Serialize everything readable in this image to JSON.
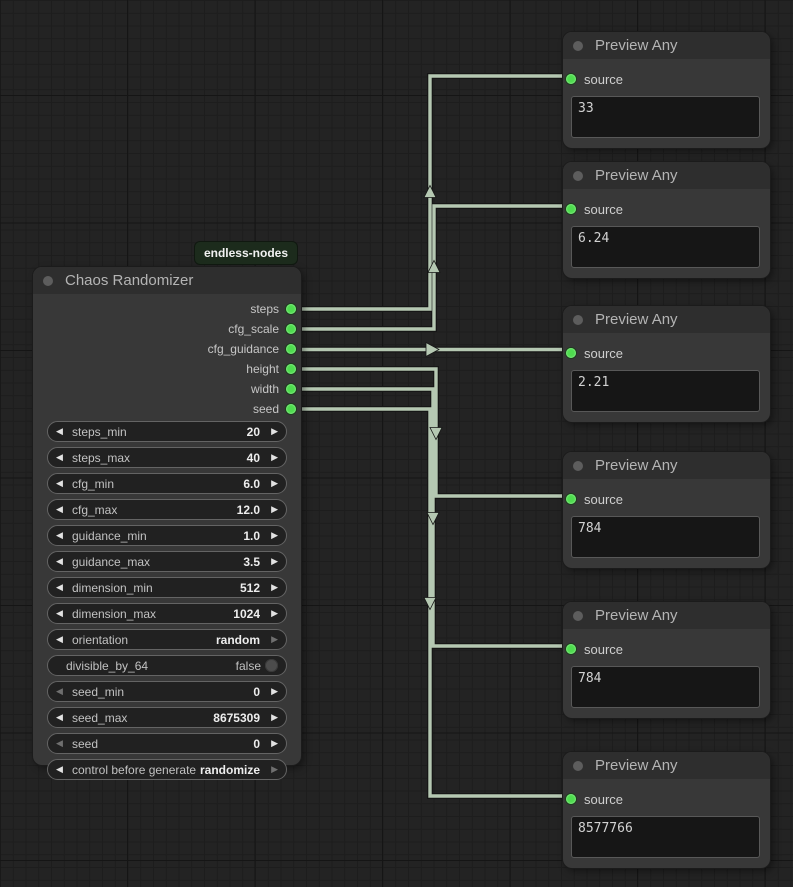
{
  "canvas": {
    "background": "#232323",
    "wire_color": "#b5c8b2",
    "port_color": "#4fdc4f"
  },
  "badge": {
    "label": "endless-nodes",
    "bg": "#1c2b1c"
  },
  "chaos_node": {
    "title": "Chaos Randomizer",
    "outputs": [
      {
        "name": "steps"
      },
      {
        "name": "cfg_scale"
      },
      {
        "name": "cfg_guidance"
      },
      {
        "name": "height"
      },
      {
        "name": "width"
      },
      {
        "name": "seed"
      }
    ],
    "widgets": [
      {
        "type": "stepper",
        "label": "steps_min",
        "value": "20"
      },
      {
        "type": "stepper",
        "label": "steps_max",
        "value": "40"
      },
      {
        "type": "stepper",
        "label": "cfg_min",
        "value": "6.0"
      },
      {
        "type": "stepper",
        "label": "cfg_max",
        "value": "12.0"
      },
      {
        "type": "stepper",
        "label": "guidance_min",
        "value": "1.0"
      },
      {
        "type": "stepper",
        "label": "guidance_max",
        "value": "3.5"
      },
      {
        "type": "stepper",
        "label": "dimension_min",
        "value": "512"
      },
      {
        "type": "stepper",
        "label": "dimension_max",
        "value": "1024"
      },
      {
        "type": "stepper",
        "label": "orientation",
        "value": "random",
        "right_dim": true
      },
      {
        "type": "toggle",
        "label": "divisible_by_64",
        "value": "false"
      },
      {
        "type": "stepper",
        "label": "seed_min",
        "value": "0",
        "left_dim": true
      },
      {
        "type": "stepper",
        "label": "seed_max",
        "value": "8675309"
      },
      {
        "type": "stepper",
        "label": "seed",
        "value": "0",
        "left_dim": true
      },
      {
        "type": "stepper",
        "label": "control before generate",
        "value": "randomize",
        "right_dim": true
      }
    ]
  },
  "previews": [
    {
      "title": "Preview Any",
      "input": "source",
      "value": "33"
    },
    {
      "title": "Preview Any",
      "input": "source",
      "value": "6.24"
    },
    {
      "title": "Preview Any",
      "input": "source",
      "value": "2.21"
    },
    {
      "title": "Preview Any",
      "input": "source",
      "value": "784"
    },
    {
      "title": "Preview Any",
      "input": "source",
      "value": "784"
    },
    {
      "title": "Preview Any",
      "input": "source",
      "value": "8577766"
    }
  ],
  "links": [
    {
      "from": "steps",
      "to_preview": 0,
      "direction": "up"
    },
    {
      "from": "cfg_scale",
      "to_preview": 1,
      "direction": "up"
    },
    {
      "from": "cfg_guidance",
      "to_preview": 2,
      "direction": "right"
    },
    {
      "from": "height",
      "to_preview": 3,
      "direction": "down"
    },
    {
      "from": "width",
      "to_preview": 4,
      "direction": "down"
    },
    {
      "from": "seed",
      "to_preview": 5,
      "direction": "down"
    }
  ],
  "glyphs": {
    "left_arrow": "◀",
    "right_arrow": "▶"
  }
}
